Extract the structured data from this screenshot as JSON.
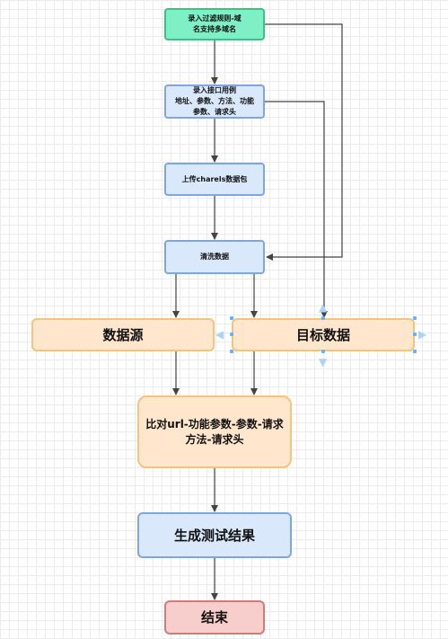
{
  "nodes": {
    "filter_rules": "录入过滤规则-域\n名支持多域名",
    "api_cases": "录入接口用例\n地址、参数、方法、功能\n参数、请求头",
    "upload_charles": "上传charels数据包",
    "clean_data": "清洗数据",
    "data_source": "数据源",
    "target_data": "目标数据",
    "compare": "比对url-功能参数-参数-请求\n方法-请求头",
    "generate_result": "生成测试结果",
    "end": "结束"
  },
  "colors": {
    "start_fill": "#7ff0c6",
    "process_fill": "#dae8fc",
    "data_fill": "#ffe6cc",
    "end_fill": "#f8cecc",
    "edge": "#444444"
  }
}
